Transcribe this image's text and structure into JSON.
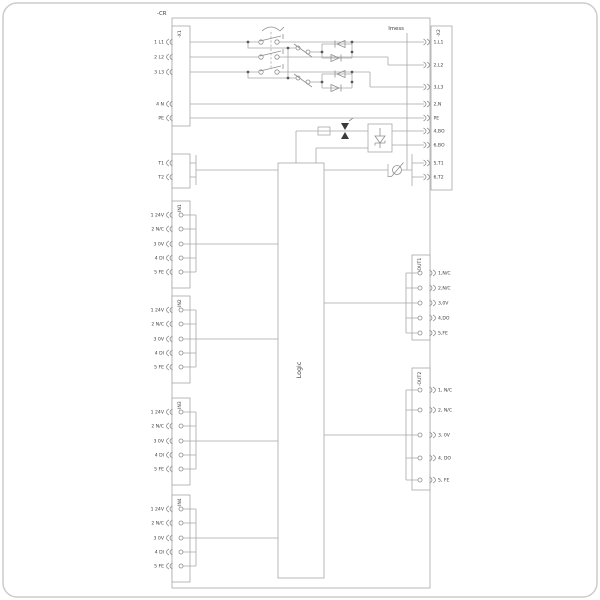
{
  "device": {
    "ref": "-CR",
    "logic_label": "Logic",
    "imess_label": "Imess"
  },
  "x1": {
    "ref": "-X1",
    "pins": [
      "1 L1",
      "2 L2",
      "3 L3",
      "4 N",
      "PE"
    ],
    "aux_pins": [
      "T1",
      "T2"
    ]
  },
  "x2": {
    "ref": "-X2",
    "pins": [
      "1,L1",
      "2,L2",
      "3,L3",
      "2,N",
      "PE",
      "4,BO",
      "6,BO",
      "5,T1",
      "6,T2"
    ]
  },
  "inputs": [
    {
      "ref": "-IN1",
      "pins": [
        "1 24V",
        "2 N/C",
        "3 0V",
        "4 DI",
        "5 FE"
      ]
    },
    {
      "ref": "-IN2",
      "pins": [
        "1 24V",
        "2 N/C",
        "3 0V",
        "4 DI",
        "5 FE"
      ]
    },
    {
      "ref": "-IN3",
      "pins": [
        "1 24V",
        "2 N/C",
        "3 0V",
        "4 DI",
        "5 FE"
      ]
    },
    {
      "ref": "-IN4",
      "pins": [
        "1 24V",
        "2 N/C",
        "3 0V",
        "4 DI",
        "5 FE"
      ]
    }
  ],
  "outputs": [
    {
      "ref": "-OUT1",
      "pins": [
        "1,N/C",
        "2,N/C",
        "3,0V",
        "4,DO",
        "5,FE"
      ]
    },
    {
      "ref": "-OUT2",
      "pins": [
        "1, N/C",
        "2, N/C",
        "3, 0V",
        "4, DO",
        "5, FE"
      ]
    }
  ],
  "colors": {
    "line": "#a8a8a8",
    "text": "#404040",
    "junction": "#5a5a5a",
    "frame_border": "#cccccc",
    "background": "#ffffff"
  }
}
